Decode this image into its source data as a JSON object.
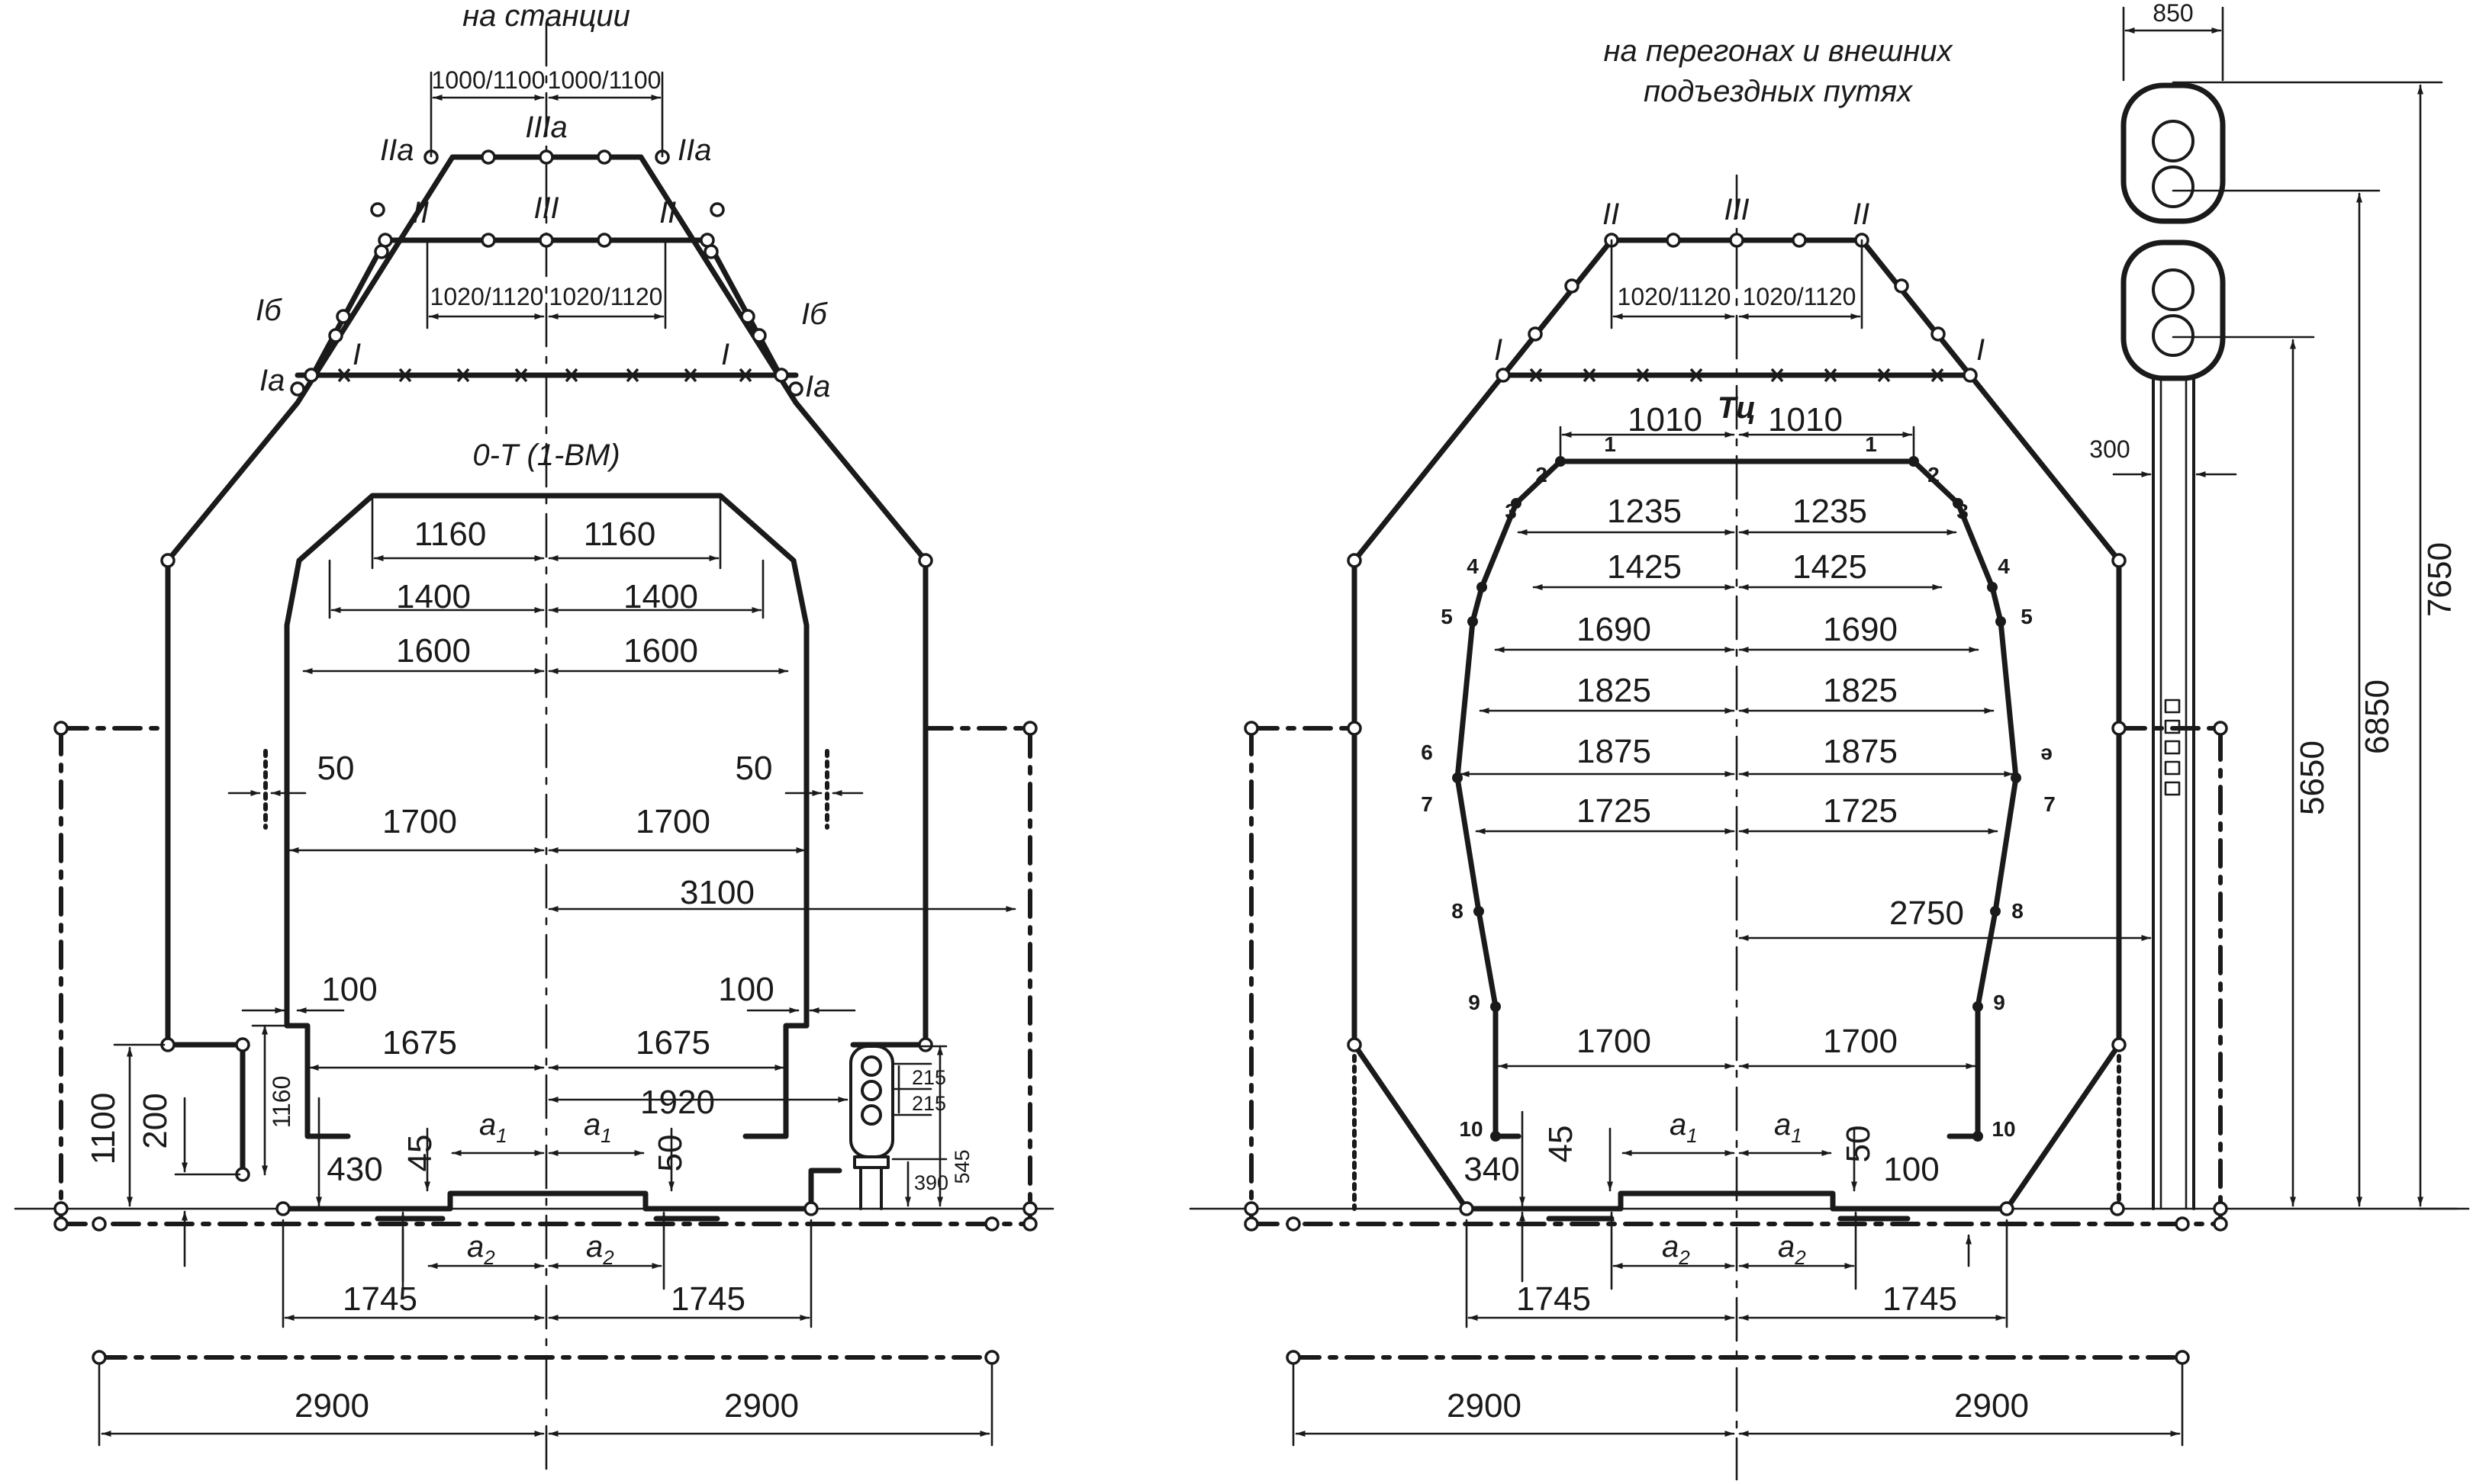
{
  "titles": {
    "station": "на станции",
    "haul_line1": "на перегонах и внешних",
    "haul_line2": "подъездных путях",
    "rolling_stock": "0-Т (1-ВМ)",
    "rolling_stock_haul": "Тц"
  },
  "zone_labels": {
    "IIIa": "IIIa",
    "IIa": "IIa",
    "Ib": "Iб",
    "Ia": "Ia",
    "I": "I",
    "II": "II",
    "III": "III"
  },
  "station_dims": {
    "top_half": "1000/1100",
    "mid_half": "1020/1120",
    "w1160": "1160",
    "w1400": "1400",
    "w1600": "1600",
    "w1700": "1700",
    "w3100": "3100",
    "w1675": "1675",
    "w1920": "1920",
    "gap50": "50",
    "gap100": "100",
    "h1100": "1100",
    "h200": "200",
    "h1160": "1160",
    "w430": "430",
    "h45": "45",
    "h50": "50",
    "s215a": "215",
    "s215b": "215",
    "s390": "390",
    "s545": "545",
    "w1745": "1745",
    "w2900": "2900",
    "a1": "a",
    "a2": "a",
    "sub1": "1",
    "sub2": "2"
  },
  "haul_dims": {
    "mid_half": "1020/1120",
    "w1010": "1010",
    "w1235": "1235",
    "w1425": "1425",
    "w1690": "1690",
    "w1825": "1825",
    "w1875": "1875",
    "w1725": "1725",
    "w2750": "2750",
    "w1700": "1700",
    "h45": "45",
    "h50": "50",
    "w340": "340",
    "w100": "100",
    "w1745": "1745",
    "w2900": "2900",
    "w850": "850",
    "w300": "300",
    "h5650": "5650",
    "h6850": "6850",
    "h7650": "7650",
    "a1": "a",
    "a2": "a",
    "sub1": "1",
    "sub2": "2"
  },
  "point_numbers": {
    "p1": "1",
    "p2": "2",
    "p3": "3",
    "p4": "4",
    "p5": "5",
    "p6": "6",
    "p6r": "ə",
    "p7": "7",
    "p8": "8",
    "p9": "9",
    "p10": "10"
  }
}
